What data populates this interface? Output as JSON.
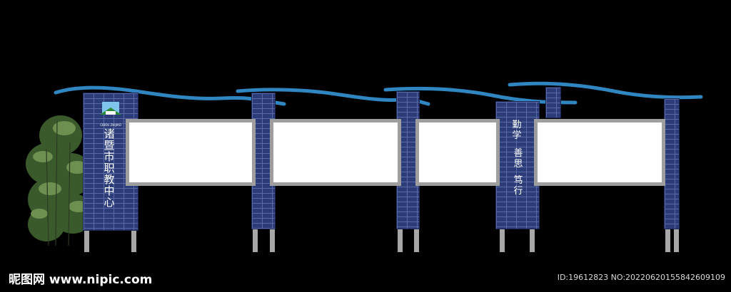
{
  "colors": {
    "background": "#000000",
    "brick": "#2c3c78",
    "roof_wave": "#2f86c0",
    "board_frame": "#9e9e9e",
    "board_face": "#ffffff"
  },
  "sign_left": {
    "logo_caption": "CIDOU ZHIJIAO",
    "title": "诸暨市职教中心"
  },
  "sign_right": {
    "line1": "勤学",
    "line2": "善思",
    "line3": "笃行"
  },
  "watermark": {
    "site": "昵图网 www.nipic.com",
    "id_line": "ID:19612823 NO:20220620155842609109"
  }
}
